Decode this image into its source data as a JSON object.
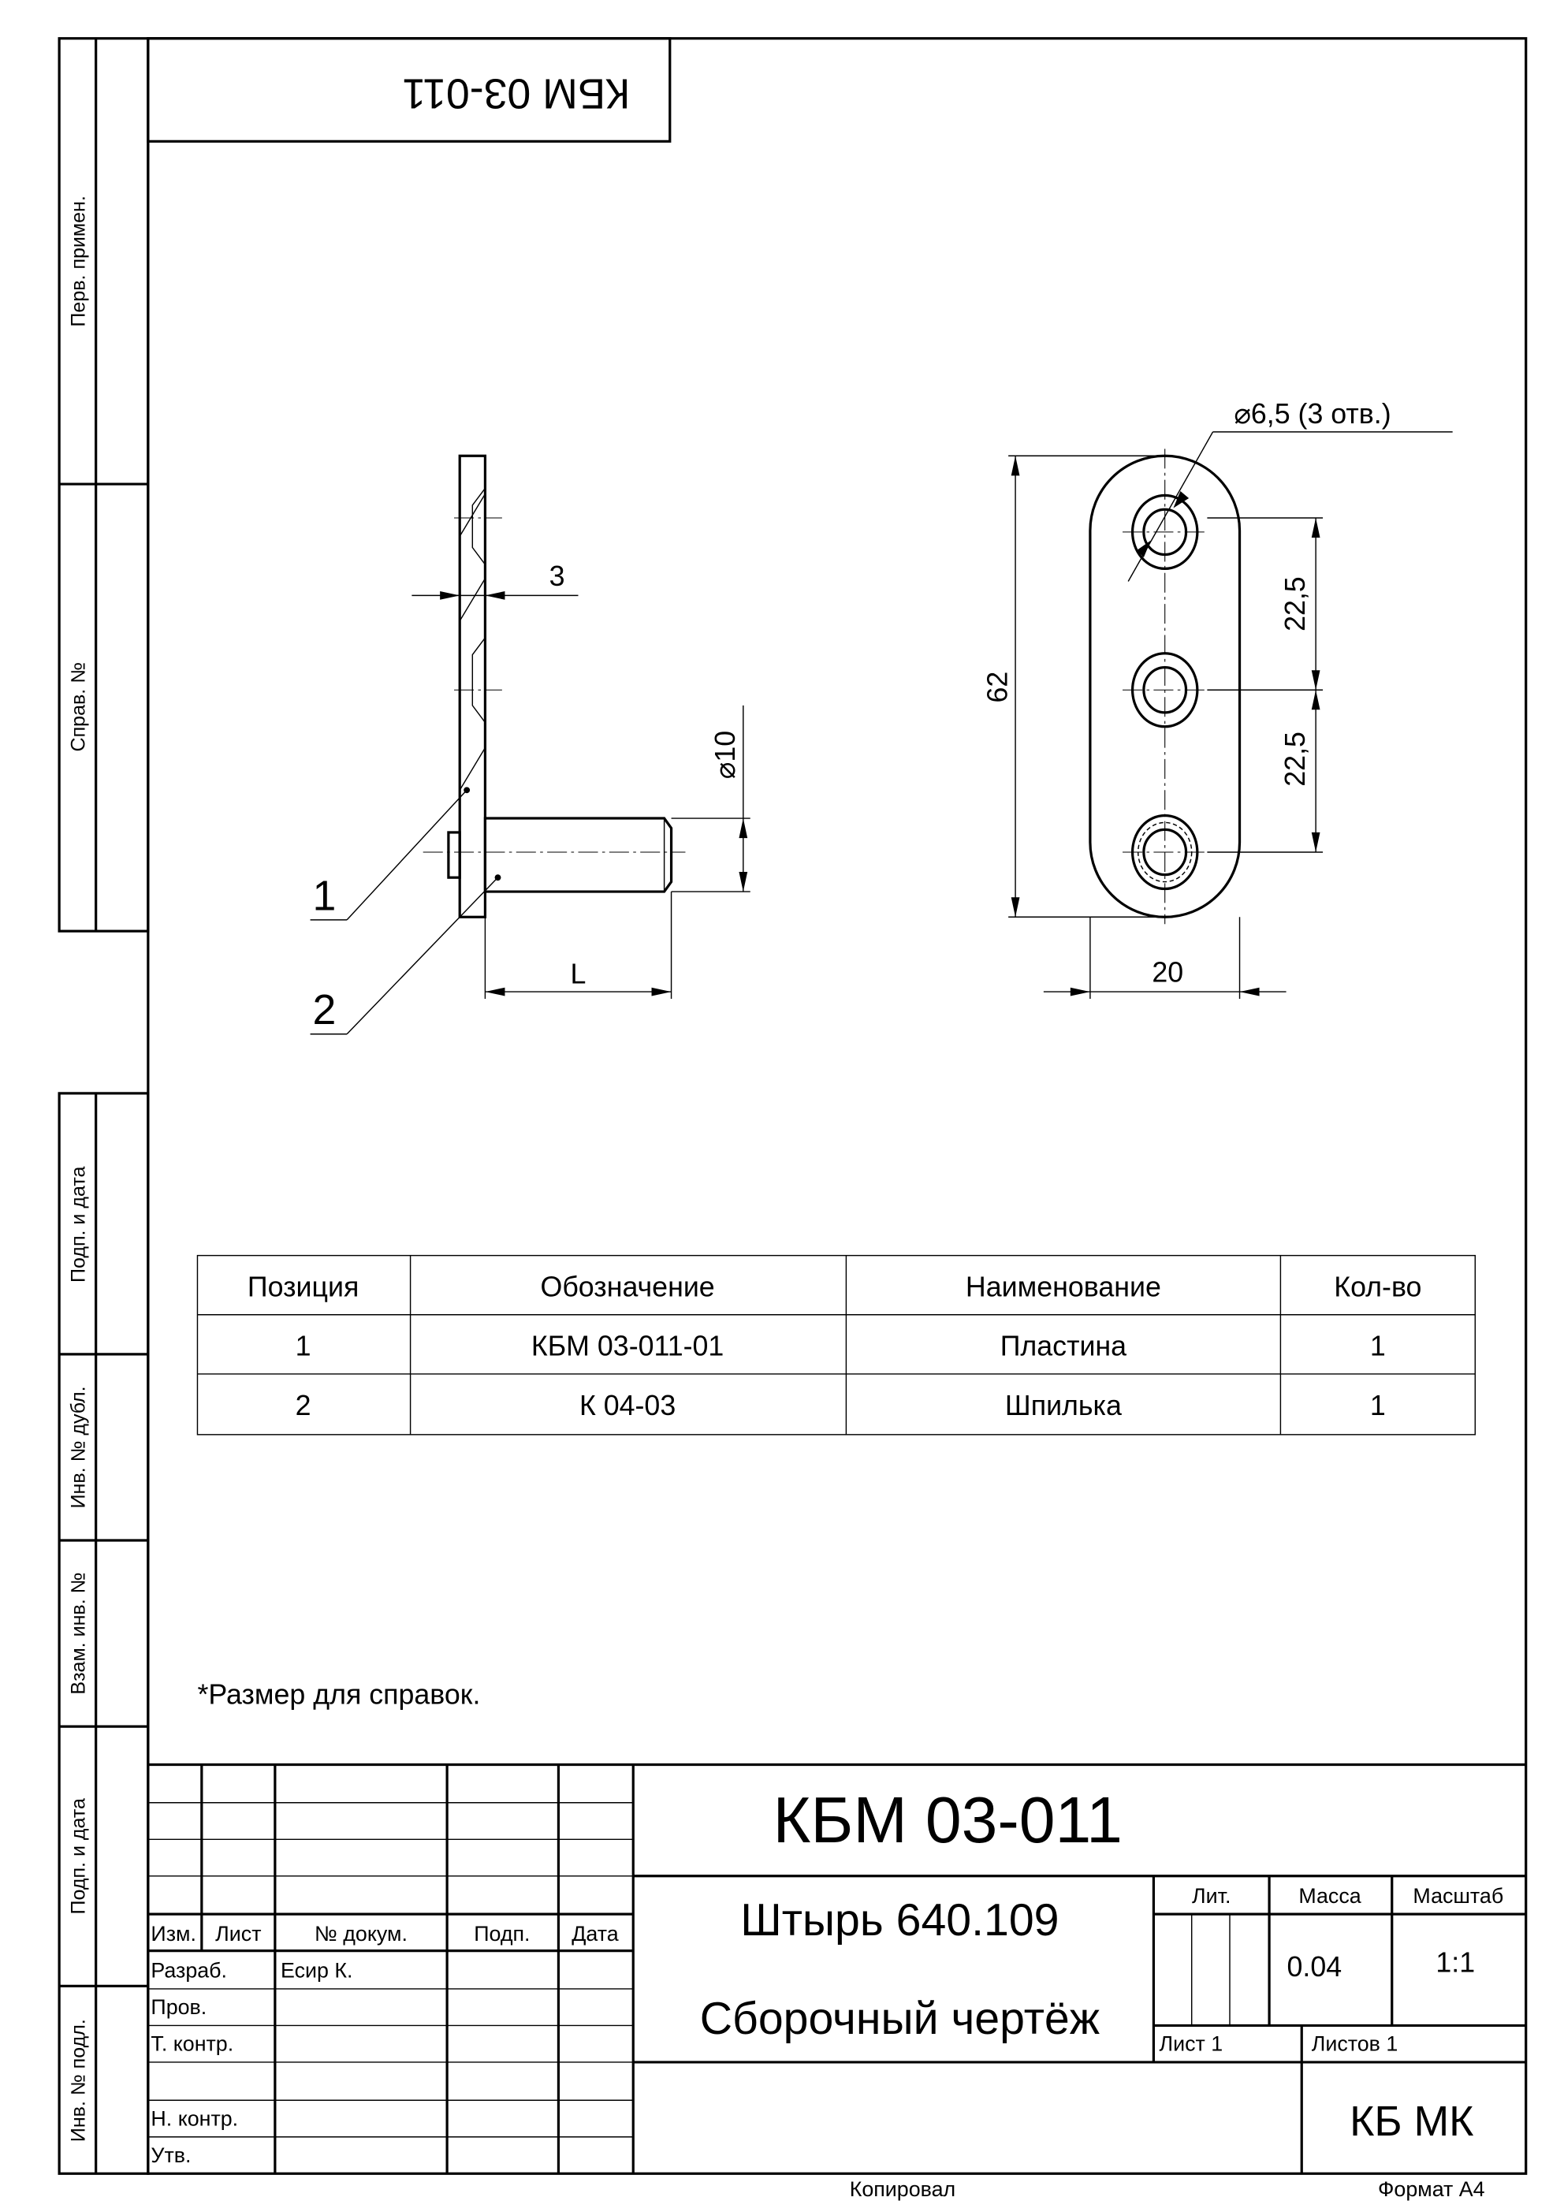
{
  "doc_code_rotated": "КБМ 03-011",
  "side_strip": {
    "perv_primen": "Перв. примен.",
    "sprav_no": "Справ. №",
    "podp_data_1": "Подп. и дата",
    "inv_dubl": "Инв. № дубл.",
    "vzam_inv": "Взам. инв. №",
    "podp_data_2": "Подп. и дата",
    "inv_podl": "Инв. № подл."
  },
  "dimensions": {
    "thickness": "3",
    "pin_diameter": "⌀10",
    "pin_length": "L",
    "height": "62",
    "pitch_1": "22,5",
    "pitch_2": "22,5",
    "width": "20",
    "hole": "⌀6,5 (3 отв.)"
  },
  "callouts": [
    "1",
    "2"
  ],
  "parts_table": {
    "headers": [
      "Позиция",
      "Обозначение",
      "Наименование",
      "Кол-во"
    ],
    "rows": [
      [
        "1",
        "КБМ 03-011-01",
        "Пластина",
        "1"
      ],
      [
        "2",
        "К 04-03",
        "Шпилька",
        "1"
      ]
    ]
  },
  "note": "*Размер для справок.",
  "title_block": {
    "designation": "КБМ 03-011",
    "name_line1": "Штырь 640.109",
    "name_line2": "Сборочный чертёж",
    "col_headers": [
      "Изм.",
      "Лист",
      "№ докум.",
      "Подп.",
      "Дата"
    ],
    "roles": [
      "Разраб.",
      "Пров.",
      "Т. контр.",
      "",
      "Н. контр.",
      "Утв."
    ],
    "developer": "Есир К.",
    "lit_label": "Лит.",
    "mass_label": "Масса",
    "scale_label": "Масштаб",
    "mass": "0.04",
    "scale": "1:1",
    "sheet": "Лист 1",
    "sheets": "Листов 1",
    "organization": "КБ МК"
  },
  "footer": {
    "copied": "Копировал",
    "format": "Формат А4"
  }
}
